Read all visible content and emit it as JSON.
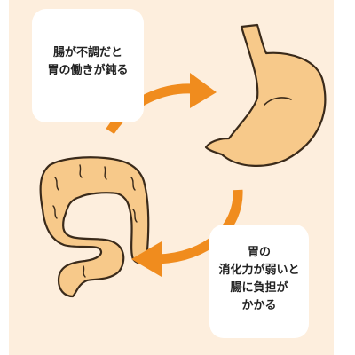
{
  "colors": {
    "background": "#fdeedd",
    "card": "#ffffff",
    "organ_fill": "#f7c98a",
    "organ_outline": "#3a2a1a",
    "arrow": "#f08c1e"
  },
  "top_card": {
    "lines": [
      "腸が不調だと",
      "胃の働きが鈍る"
    ]
  },
  "bottom_card": {
    "lines": [
      "胃の",
      "消化力が弱いと",
      "腸に負担が",
      "かかる"
    ]
  },
  "icons": [
    "large-intestine-icon",
    "stomach-icon",
    "curved-arrow-icon"
  ]
}
